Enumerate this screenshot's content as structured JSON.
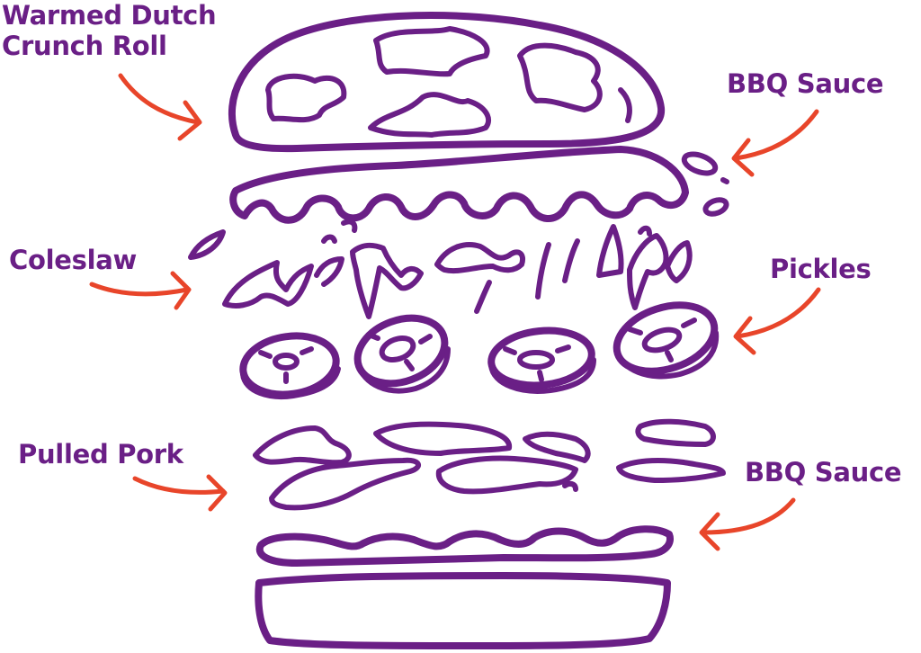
{
  "colors": {
    "ink": "#6a1f86",
    "label": "#6a1f86",
    "arrow": "#e8452a",
    "background": "#ffffff"
  },
  "labels": {
    "roll_line1": "Warmed Dutch",
    "roll_line2": "Crunch Roll",
    "bbq_sauce_top": "BBQ Sauce",
    "coleslaw": "Coleslaw",
    "pickles": "Pickles",
    "pulled_pork": "Pulled Pork",
    "bbq_sauce_bottom": "BBQ Sauce"
  }
}
